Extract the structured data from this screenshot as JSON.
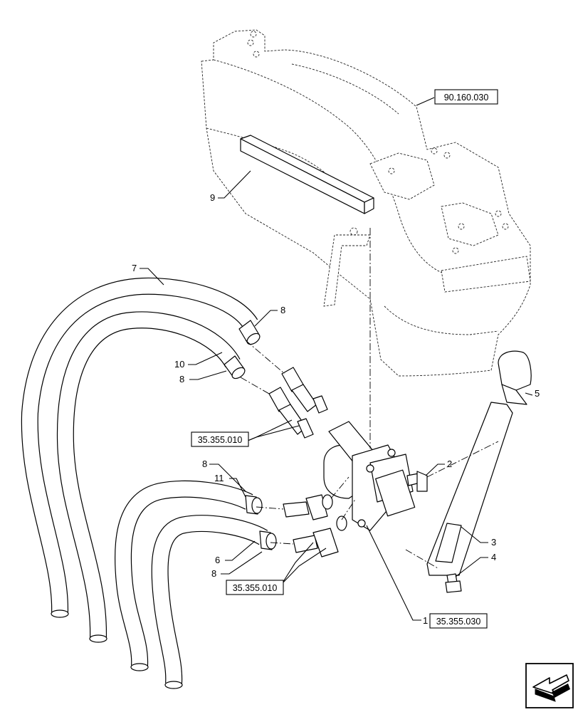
{
  "references": {
    "fender_ref": "90.160.030",
    "coupler_ref_upper": "35.355.010",
    "coupler_ref_lower": "35.355.010",
    "valve_ref": "35.355.030"
  },
  "callouts": {
    "c1": "1",
    "c2": "2",
    "c3": "3",
    "c4": "4",
    "c5": "5",
    "c6": "6",
    "c7": "7",
    "c8_top": "8",
    "c8_left": "8",
    "c8_mid": "8",
    "c8_bottom": "8",
    "c9": "9",
    "c10": "10",
    "c11": "11"
  },
  "nav_icon": "exit-arrow-icon"
}
